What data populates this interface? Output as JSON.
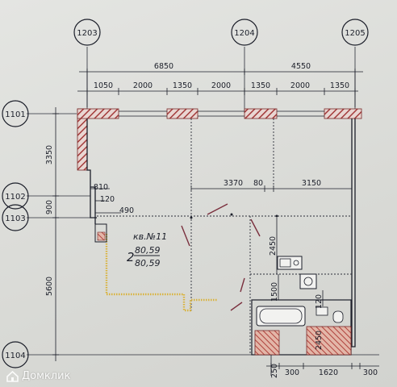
{
  "axes": {
    "vertical": [
      "1203",
      "1204",
      "1205"
    ],
    "horizontal": [
      "1101",
      "1102",
      "1103",
      "1104"
    ]
  },
  "dims_top": {
    "overall": [
      "6850",
      "4550"
    ],
    "segments": [
      "1050",
      "2000",
      "1350",
      "2000",
      "1350",
      "2000",
      "1350"
    ]
  },
  "dims_left": [
    "3350",
    "900",
    "5600"
  ],
  "dims_inner": {
    "a": "810",
    "b": "120",
    "c": "490",
    "d": "3370",
    "e": "80",
    "f": "3150",
    "g": "2450",
    "h": "1500",
    "i": "120"
  },
  "dims_bottom": [
    "250",
    "300",
    "1620",
    "300"
  ],
  "dims_bottom_vertical": [
    "2450"
  ],
  "apartment": {
    "label": "кв.№11",
    "rooms": "2",
    "area_top": "80,59",
    "area_bottom": "80,59"
  },
  "watermark": {
    "text": "Домклик"
  },
  "colors": {
    "line": "#1c1f2a",
    "wall_hatch": "#a33a3a",
    "partition_yellow": "#d9b23a"
  }
}
